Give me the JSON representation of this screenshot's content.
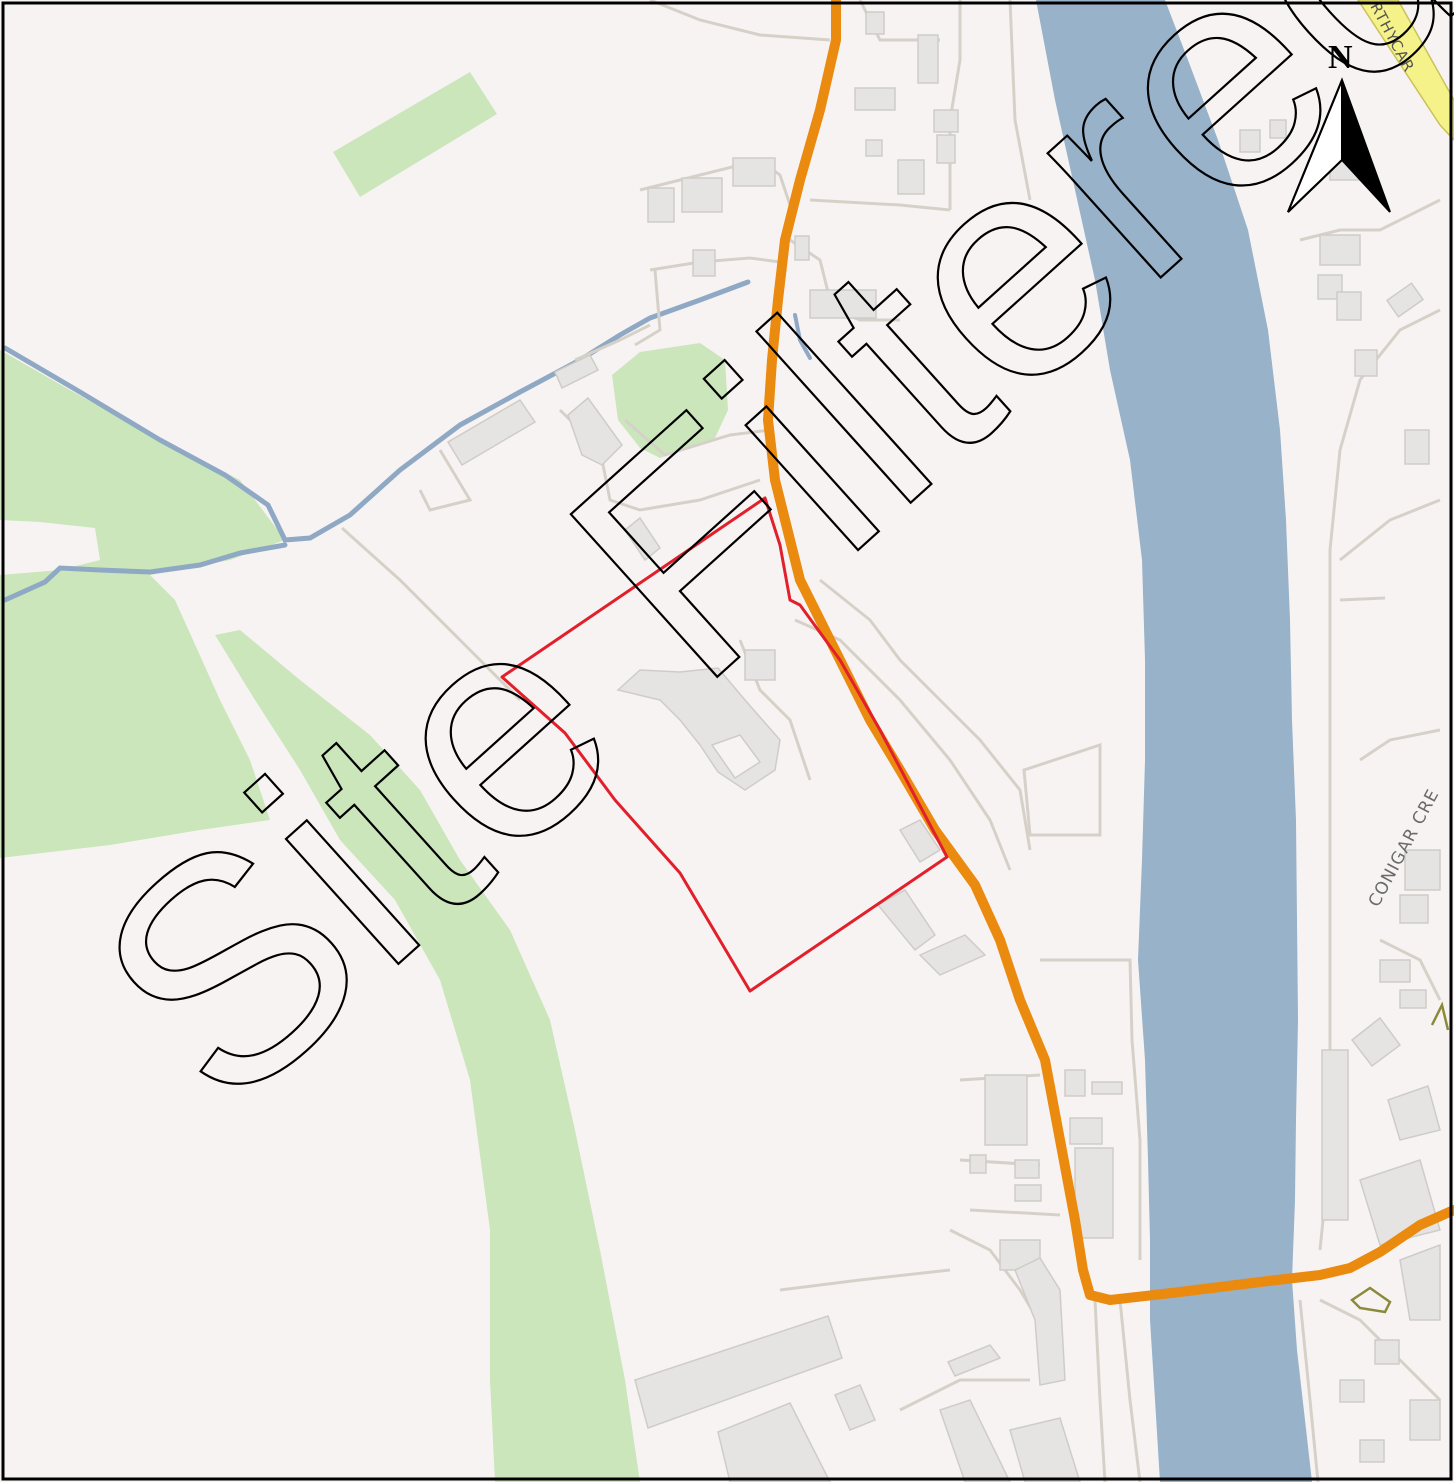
{
  "map": {
    "watermark_text": "Site Filtered Out",
    "north_label": "N",
    "labels": {
      "conigar_road": "CONIGAR CRE",
      "top_right_road": "RTHYCAR"
    },
    "colors": {
      "land": "#f8f3f3",
      "river": "#97b2c9",
      "green_space": "#cbe6bb",
      "main_road": "#ea8a0e",
      "site_boundary": "#e1202b",
      "buildings": "#e5e4e2",
      "lanes": "#d6d1c8",
      "stream": "#8fa9c5",
      "highway_yellow": "#f5f28a",
      "outline": "#000000"
    }
  }
}
